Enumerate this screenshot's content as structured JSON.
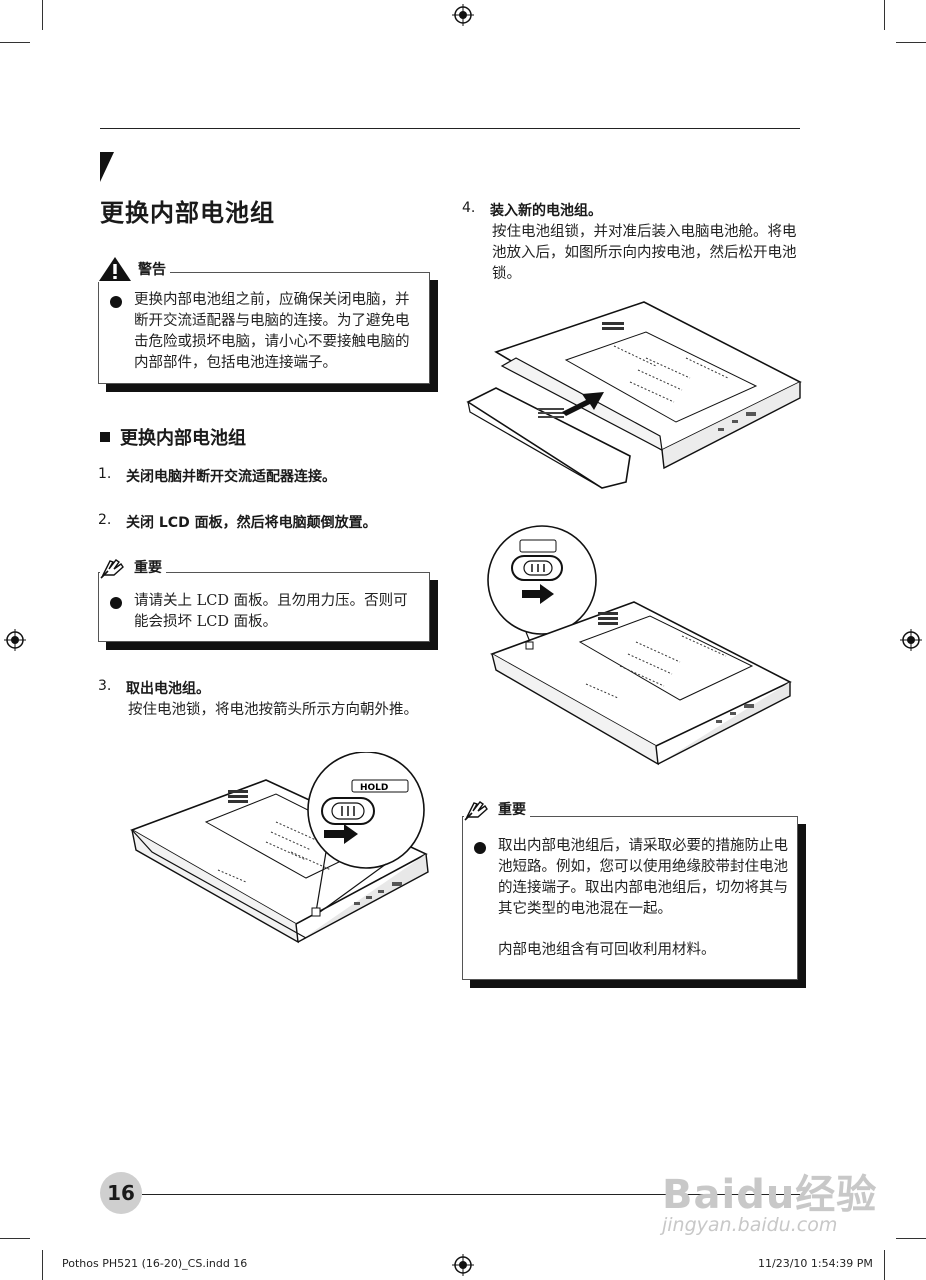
{
  "page_title": "更换内部电池组",
  "warning": {
    "label": "警告",
    "text": "更换内部电池组之前，应确保关闭电脑，并断开交流适配器与电脑的连接。为了避免电击危险或损坏电脑，请小心不要接触电脑的内部部件，包括电池连接端子。"
  },
  "section": {
    "title": "更换内部电池组"
  },
  "steps": [
    {
      "num": "1.",
      "title": "关闭电脑并断开交流适配器连接。",
      "desc": ""
    },
    {
      "num": "2.",
      "title": "关闭 LCD 面板，然后将电脑颠倒放置。",
      "desc": ""
    },
    {
      "num": "3.",
      "title": "取出电池组。",
      "desc": "按住电池锁，将电池按箭头所示方向朝外推。"
    },
    {
      "num": "4.",
      "title": "装入新的电池组。",
      "desc": "按住电池组锁，并对准后装入电脑电池舱。将电池放入后，如图所示向内按电池，然后松开电池锁。"
    }
  ],
  "important1": {
    "label": "重要",
    "text": "请请关上 LCD 面板。且勿用力压。否则可能会损坏 LCD 面板。"
  },
  "important2": {
    "label": "重要",
    "text": "取出内部电池组后，请采取必要的措施防止电池短路。例如，您可以使用绝缘胶带封住电池的连接端子。取出内部电池组后，切勿将其与其它类型的电池混在一起。",
    "text2": "内部电池组含有可回收利用材料。"
  },
  "illustration": {
    "hold_label": "HOLD"
  },
  "page_number": "16",
  "footer": {
    "file": "Pothos PH521 (16-20)_CS.indd   16",
    "timestamp": "11/23/10   1:54:39 PM"
  },
  "watermark": {
    "brand": "Baidu经验",
    "url": "jingyan.baidu.com"
  },
  "icons": {
    "warning": "warning-triangle-icon",
    "important": "hand-pencil-icon",
    "registration": "registration-mark-icon"
  }
}
